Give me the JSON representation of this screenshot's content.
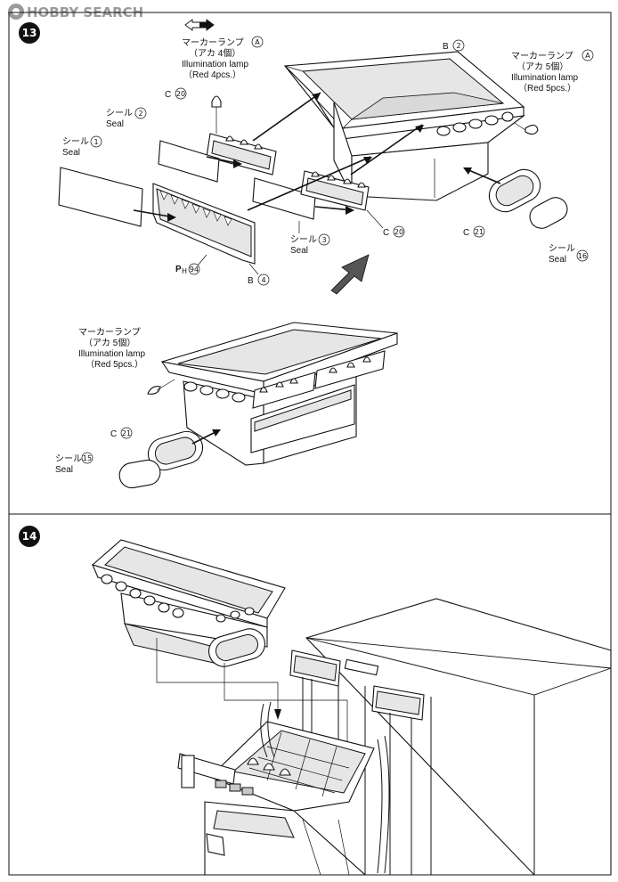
{
  "watermark": {
    "text": "HOBBY SEARCH",
    "color": "#9a9a9a"
  },
  "steps": [
    {
      "number": "13",
      "labels": {
        "lamp_a_jp": "マーカーランプ",
        "lamp_a_circ": "A",
        "lamp_a_qty_jp": "（アカ 4個）",
        "lamp_a_en": "Illumination lamp",
        "lamp_a_qty_en": "（Red 4pcs.）",
        "seal2_jp": "シール",
        "seal2_num": "2",
        "seal2_en": "Seal",
        "c20_top": "C",
        "c20_top_num": "20",
        "seal1_jp": "シール",
        "seal1_num": "1",
        "seal1_en": "Seal",
        "b2": "B",
        "b2_num": "2",
        "lamp_right_jp": "マーカーランプ",
        "lamp_right_circ": "A",
        "lamp_right_qty_jp": "（アカ 5個）",
        "lamp_right_en": "Illumination lamp",
        "lamp_right_qty_en": "（Red 5pcs.）",
        "c20_mid": "C",
        "c20_mid_num": "20",
        "seal3_jp": "シール",
        "seal3_num": "3",
        "seal3_en": "Seal",
        "ph": "P",
        "ph_sub": "H",
        "ph_num": "94",
        "b4": "B",
        "b4_num": "4",
        "c21_right": "C",
        "c21_right_num": "21",
        "seal16_jp": "シール",
        "seal16_num": "16",
        "seal16_en": "Seal",
        "lamp_low_jp": "マーカーランプ",
        "lamp_low_qty_jp": "（アカ 5個）",
        "lamp_low_en": "Illumination lamp",
        "lamp_low_qty_en": "（Red 5pcs.）",
        "c21_low": "C",
        "c21_low_num": "21",
        "seal15_jp": "シール",
        "seal15_num": "15",
        "seal15_en": "Seal"
      }
    },
    {
      "number": "14"
    }
  ]
}
